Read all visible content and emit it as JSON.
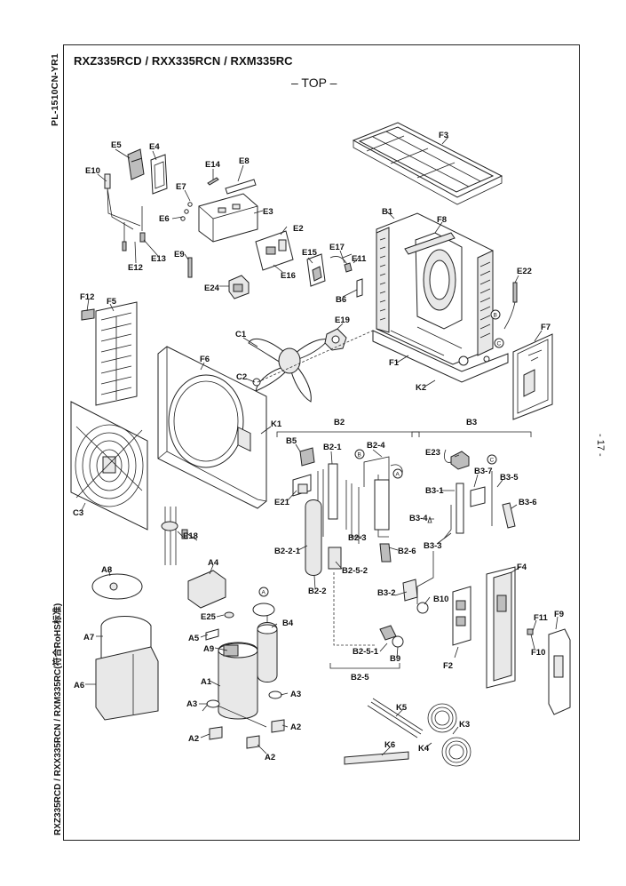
{
  "document": {
    "side_code": "PL-1510CN-YR1",
    "side_models": "RXZ335RCD / RXX335RCN / RXM335RC(符合RoHS标准)",
    "title": "RXZ335RCD / RXX335RCN / RXM335RC",
    "view": "– TOP –",
    "page_number": "- 17 -"
  },
  "labels": {
    "E5": "E5",
    "E4": "E4",
    "E10": "E10",
    "E14": "E14",
    "E8": "E8",
    "E7": "E7",
    "E6": "E6",
    "E3": "E3",
    "E2": "E2",
    "E9": "E9",
    "E12": "E12",
    "E13": "E13",
    "E15": "E15",
    "E16": "E16",
    "E17": "E17",
    "E11": "E11",
    "E24": "E24",
    "F3": "F3",
    "B1": "B1",
    "F8": "F8",
    "E22": "E22",
    "B6": "B6",
    "F12": "F12",
    "F5": "F5",
    "C1": "C1",
    "E19": "E19",
    "F1": "F1",
    "F7": "F7",
    "F6": "F6",
    "C2": "C2",
    "K2": "K2",
    "K1": "K1",
    "C3": "C3",
    "B2": "B2",
    "B3": "B3",
    "B5": "B5",
    "B2-1": "B2-1",
    "B2-4": "B2-4",
    "E23": "E23",
    "B3-7": "B3-7",
    "B3-5": "B3-5",
    "B3-1": "B3-1",
    "B3-6": "B3-6",
    "B3-4": "B3-4",
    "E21": "E21",
    "B2-3": "B2-3",
    "B3-3": "B3-3",
    "B2-2-1": "B2-2-1",
    "B2-6": "B2-6",
    "B2-5-2": "B2-5-2",
    "E18": "E18",
    "B2-2": "B2-2",
    "A8": "A8",
    "A4": "A4",
    "F4": "F4",
    "B3-2": "B3-2",
    "B10": "B10",
    "E25": "E25",
    "B4": "B4",
    "A7": "A7",
    "A5": "A5",
    "A9": "A9",
    "F11": "F11",
    "F9": "F9",
    "F10": "F10",
    "F2": "F2",
    "B2-5-1": "B2-5-1",
    "B9": "B9",
    "B2-5": "B2-5",
    "A6": "A6",
    "A1": "A1",
    "A3": "A3",
    "A3b": "A3",
    "A2": "A2",
    "A2b": "A2",
    "A2c": "A2",
    "K5": "K5",
    "K3": "K3",
    "K4": "K4",
    "K6": "K6",
    "circle_a": "A",
    "circle_b": "B",
    "circle_c": "C"
  }
}
